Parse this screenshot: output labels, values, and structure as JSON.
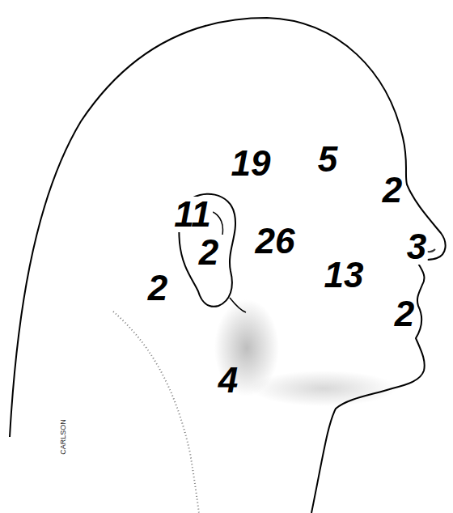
{
  "diagram": {
    "labels": [
      "19",
      "5",
      "2",
      "11",
      "2",
      "26",
      "3",
      "13",
      "2",
      "2",
      "4",
      "CARLSON"
    ]
  }
}
